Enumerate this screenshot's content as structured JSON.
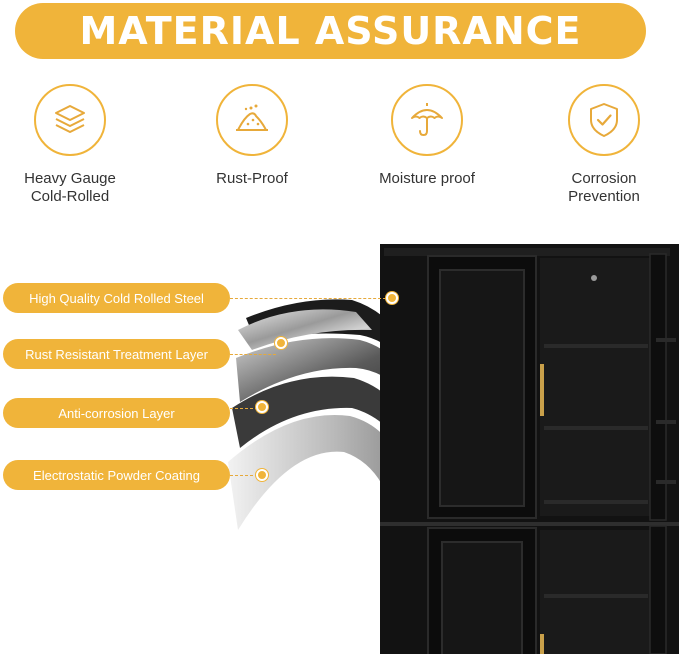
{
  "banner": {
    "title": "MATERIAL ASSURANCE"
  },
  "features": [
    {
      "icon": "layers-icon",
      "label": "Heavy Gauge\nCold-Rolled"
    },
    {
      "icon": "rust-pile-icon",
      "label": "Rust-Proof"
    },
    {
      "icon": "umbrella-icon",
      "label": "Moisture proof"
    },
    {
      "icon": "shield-check-icon",
      "label": "Corrosion\nPrevention"
    }
  ],
  "layers": [
    "High Quality Cold Rolled Steel",
    "Rust Resistant Treatment Layer",
    "Anti-corrosion Layer",
    "Electrostatic Powder Coating"
  ],
  "colors": {
    "accent": "#f0b43a",
    "cabinet": "#111111",
    "handle": "#c9a04a"
  }
}
